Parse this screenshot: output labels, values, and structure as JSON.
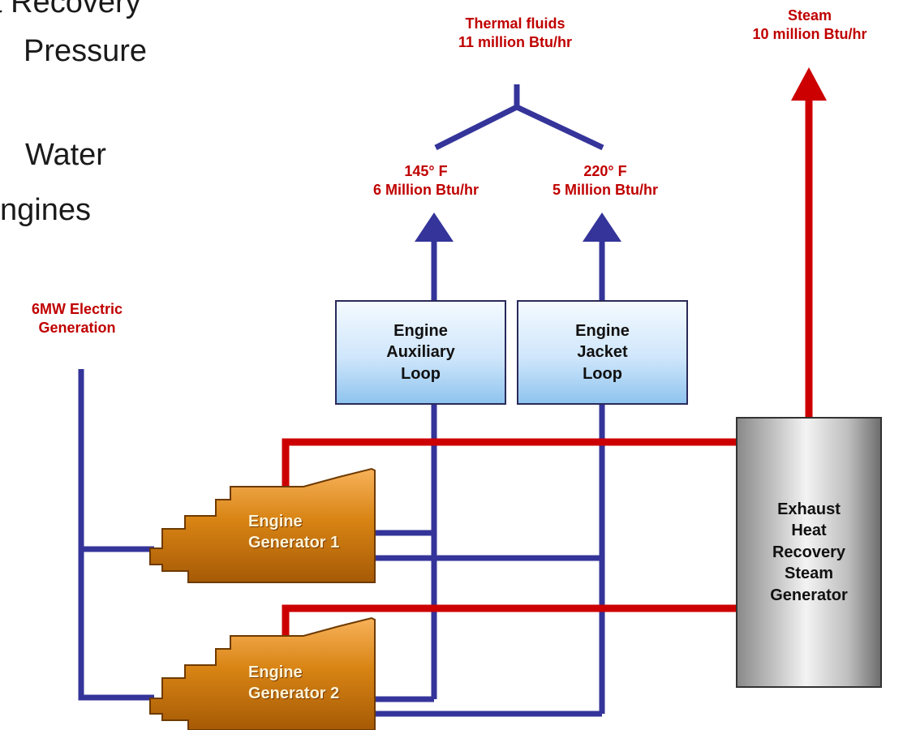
{
  "background_text": {
    "line1": "t Recovery",
    "line2": "Pressure",
    "line3": "Water",
    "line4": "ngines"
  },
  "labels": {
    "thermal_fluids": {
      "title": "Thermal fluids",
      "value": "11 million Btu/hr"
    },
    "steam": {
      "title": "Steam",
      "value": "10 million Btu/hr"
    },
    "aux_output": {
      "temp": "145° F",
      "value": "6 Million Btu/hr"
    },
    "jacket_output": {
      "temp": "220° F",
      "value": "5 Million Btu/hr"
    },
    "electric": {
      "line1": "6MW Electric",
      "line2": "Generation"
    }
  },
  "boxes": {
    "aux_loop": [
      "Engine",
      "Auxiliary",
      "Loop"
    ],
    "jacket_loop": [
      "Engine",
      "Jacket",
      "Loop"
    ],
    "hrsg": [
      "Exhaust",
      "Heat",
      "Recovery",
      "Steam",
      "Generator"
    ]
  },
  "engines": {
    "gen1": [
      "Engine",
      "Generator 1"
    ],
    "gen2": [
      "Engine",
      "Generator 2"
    ]
  },
  "colors": {
    "coolant_line": "#34349a",
    "exhaust_line": "#cc0000",
    "label_text": "#c00000",
    "engine_body": "#c97a12"
  }
}
